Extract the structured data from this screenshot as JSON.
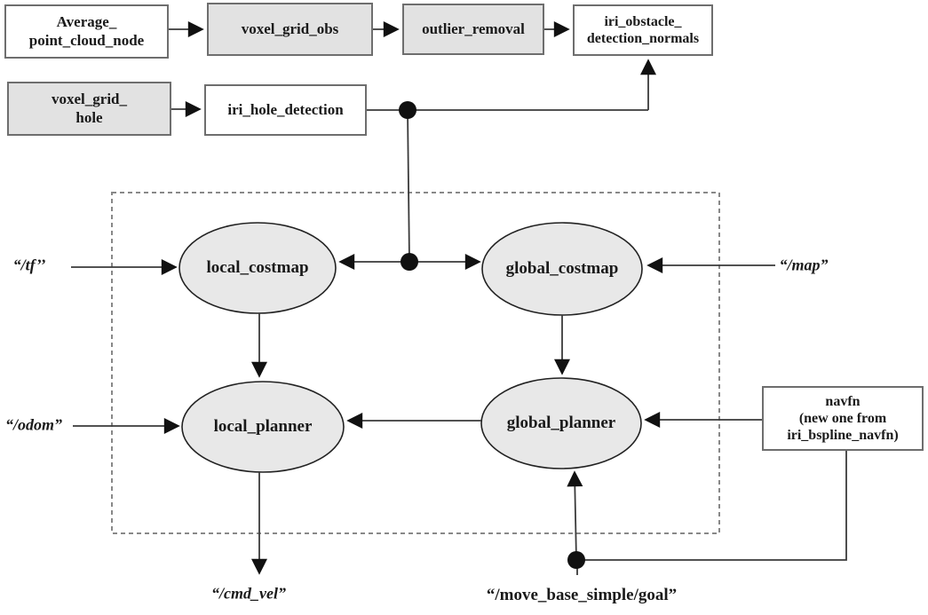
{
  "nodes": {
    "average_point_cloud_node": {
      "label": "Average_\npoint_cloud_node",
      "fill": "white"
    },
    "voxel_grid_obs": {
      "label": "voxel_grid_obs",
      "fill": "gray"
    },
    "outlier_removal": {
      "label": "outlier_removal",
      "fill": "gray"
    },
    "iri_obstacle_detection_normals": {
      "label": "iri_obstacle_\ndetection_normals",
      "fill": "white"
    },
    "voxel_grid_hole": {
      "label": "voxel_grid_\nhole",
      "fill": "gray"
    },
    "iri_hole_detection": {
      "label": "iri_hole_detection",
      "fill": "white"
    },
    "navfn": {
      "label": "navfn\n(new one from\niri_bspline_navfn)",
      "fill": "white"
    }
  },
  "ellipse_nodes": {
    "local_costmap": {
      "label": "local_costmap"
    },
    "global_costmap": {
      "label": "global_costmap"
    },
    "local_planner": {
      "label": "local_planner"
    },
    "global_planner": {
      "label": "global_planner"
    }
  },
  "topic_labels": {
    "tf": "“/tf’’",
    "odom": "“/odom”",
    "map": "“/map”",
    "cmd_vel": "“/cmd_vel”",
    "move_base_simple_goal": "“/move_base_simple/goal”"
  },
  "colors": {
    "box_gray_fill": "#e2e2e2",
    "box_white_fill": "#ffffff",
    "box_border": "#6e6e6e",
    "ellipse_fill": "#e8e8e8",
    "ellipse_border": "#222222",
    "line": "#3a3a3a",
    "dashed_border": "#888888",
    "text": "#1a1a1a"
  }
}
